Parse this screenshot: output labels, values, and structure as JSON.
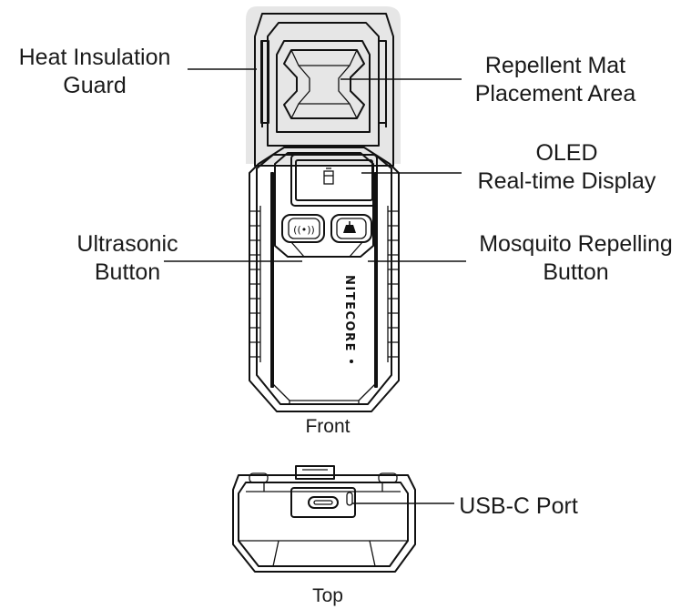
{
  "labels": {
    "heat_guard_line1": "Heat Insulation",
    "heat_guard_line2": "Guard",
    "mat_area_line1": "Repellent Mat",
    "mat_area_line2": "Placement Area",
    "oled_line1": "OLED",
    "oled_line2": "Real-time Display",
    "ultrasonic_line1": "Ultrasonic",
    "ultrasonic_line2": "Button",
    "repel_line1": "Mosquito Repelling",
    "repel_line2": "Button",
    "usb_port": "USB-C Port"
  },
  "captions": {
    "front": "Front",
    "top": "Top"
  },
  "device": {
    "brand": "NITECORE",
    "guard_color": "#e6e6e6"
  }
}
